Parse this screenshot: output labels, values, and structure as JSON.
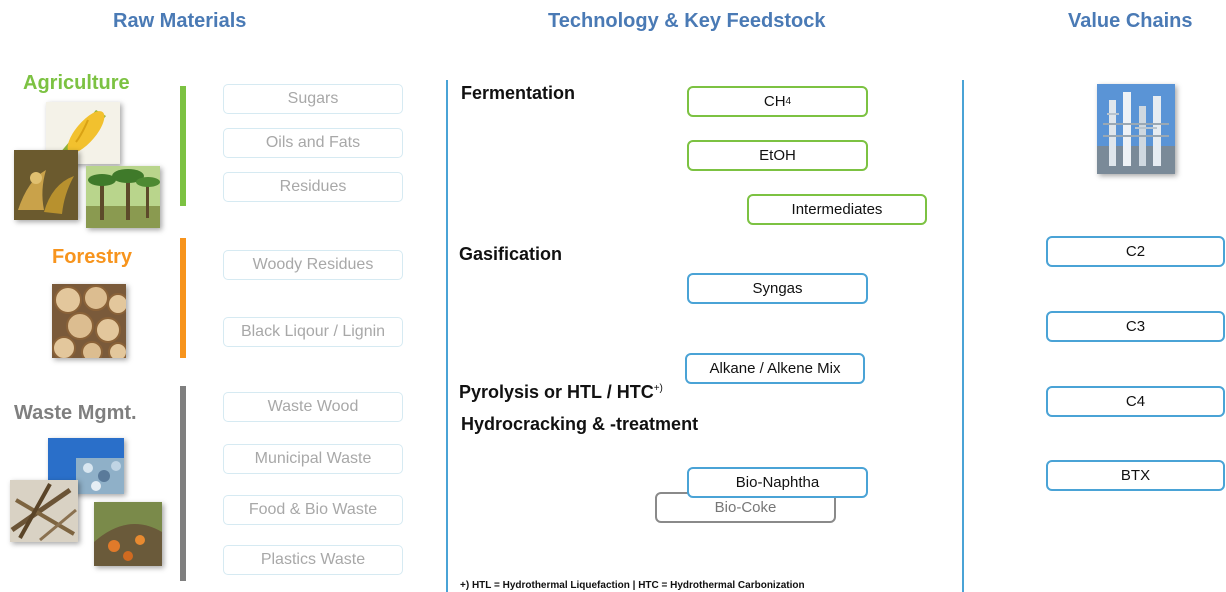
{
  "headers": {
    "raw_materials": "Raw Materials",
    "technology": "Technology & Key Feedstock",
    "value_chains": "Value Chains"
  },
  "categories": {
    "agriculture": "Agriculture",
    "forestry": "Forestry",
    "waste": "Waste Mgmt."
  },
  "raw_materials": {
    "sugars": "Sugars",
    "oils_fats": "Oils and Fats",
    "residues": "Residues",
    "woody_residues": "Woody Residues",
    "black_liquor": "Black Liqour / Lignin",
    "waste_wood": "Waste Wood",
    "municipal_waste": "Municipal Waste",
    "food_bio_waste": "Food & Bio Waste",
    "plastics_waste": "Plastics Waste"
  },
  "technologies": {
    "fermentation": "Fermentation",
    "gasification": "Gasification",
    "pyrolysis": "Pyrolysis or HTL / HTC",
    "pyrolysis_sup": "+)",
    "hydrocracking": "Hydrocracking  & -treatment"
  },
  "feedstocks": {
    "ch4_base": "CH",
    "ch4_sub": "4",
    "etoh": "EtOH",
    "intermediates": "Intermediates",
    "syngas": "Syngas",
    "alkane_alkene": "Alkane / Alkene Mix",
    "bio_naphtha": "Bio-Naphtha",
    "bio_coke": "Bio-Coke"
  },
  "value_chains": [
    "C2",
    "C3",
    "C4",
    "BTX"
  ],
  "footnote": "+) HTL = Hydrothermal Liquefaction  | HTC = Hydrothermal Carbonization",
  "colors": {
    "header_blue": "#4a7ab5",
    "agriculture_green": "#7cc242",
    "forestry_orange": "#f7941d",
    "waste_grey": "#7f7f7f",
    "line_blue": "#4aa3d6"
  }
}
